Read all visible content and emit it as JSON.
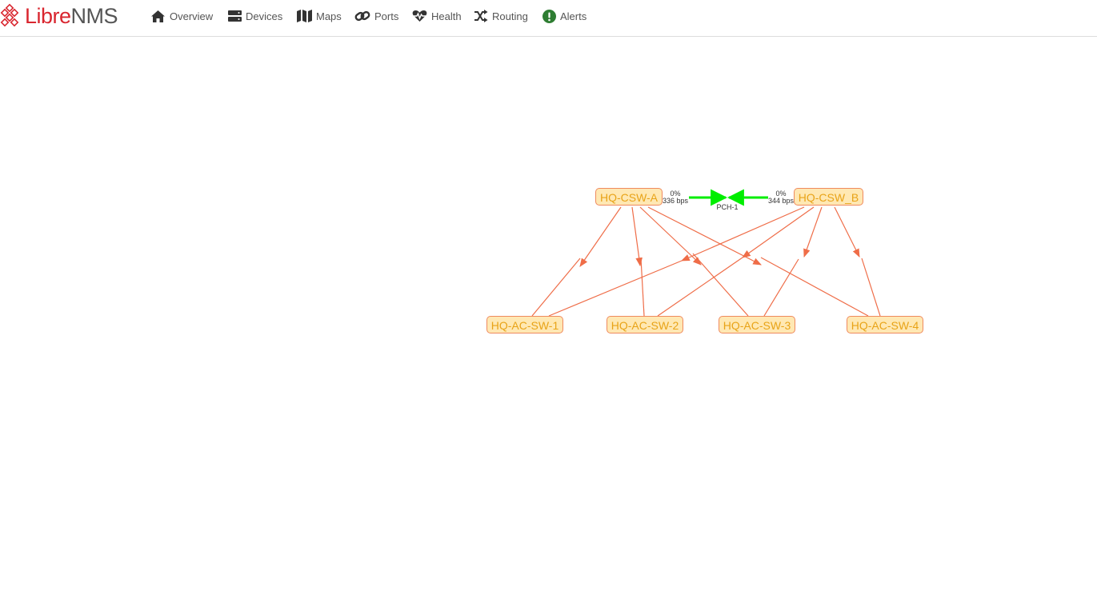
{
  "app": {
    "brand_prefix": "Libre",
    "brand_suffix": "NMS"
  },
  "nav": [
    {
      "label": "Overview",
      "icon": "home-icon"
    },
    {
      "label": "Devices",
      "icon": "server-icon"
    },
    {
      "label": "Maps",
      "icon": "map-icon"
    },
    {
      "label": "Ports",
      "icon": "link-icon"
    },
    {
      "label": "Health",
      "icon": "heartbeat-icon"
    },
    {
      "label": "Routing",
      "icon": "random-icon"
    },
    {
      "label": "Alerts",
      "icon": "exclamation-circle-icon"
    }
  ],
  "map": {
    "nodes": [
      {
        "label": "HQ-CSW-A"
      },
      {
        "label": "HQ-CSW_B"
      },
      {
        "label": "HQ-AC-SW-1"
      },
      {
        "label": "HQ-AC-SW-2"
      },
      {
        "label": "HQ-AC-SW-3"
      },
      {
        "label": "HQ-AC-SW-4"
      }
    ],
    "link": {
      "name": "PCH-1",
      "a_util": "0%",
      "a_rate": "336 bps",
      "b_util": "0%",
      "b_rate": "344 bps"
    },
    "colors": {
      "link_up": "#00ee00",
      "edge": "#ef6d48",
      "node_fill": "#ffe8b3",
      "node_text": "#e8a317"
    }
  }
}
